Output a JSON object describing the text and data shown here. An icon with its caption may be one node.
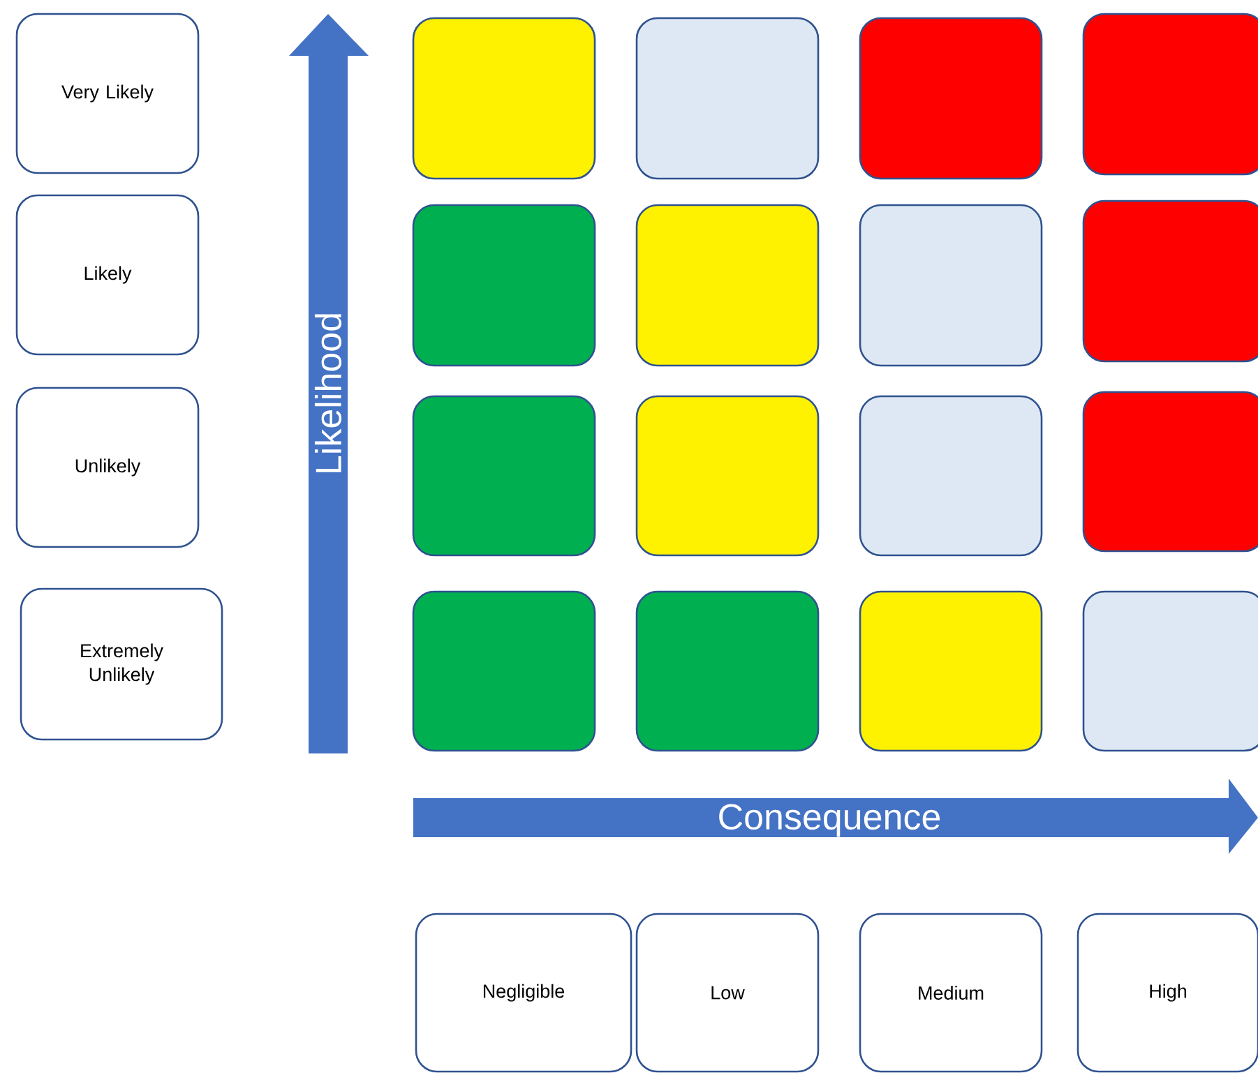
{
  "diagram": {
    "nodes": [
      {
        "text": [
          "Very Likely"
        ]
      },
      {
        "text": [
          "Likely"
        ]
      },
      {
        "text": [
          "Unlikely"
        ]
      },
      {
        "text": [
          "Extremely Unlikely"
        ]
      },
      {
        "text": [
          "Likelihood"
        ]
      },
      {
        "text": [],
        "shape": "box"
      },
      {
        "text": [],
        "shape": "box"
      },
      {
        "text": [],
        "shape": "box"
      },
      {
        "text": [],
        "shape": "box"
      },
      {
        "text": [],
        "shape": "box"
      },
      {
        "text": [],
        "shape": "box"
      },
      {
        "text": [],
        "shape": "box"
      },
      {
        "text": [],
        "shape": "box"
      },
      {
        "text": [],
        "shape": "box"
      },
      {
        "text": [],
        "shape": "box"
      },
      {
        "text": [],
        "shape": "box"
      },
      {
        "text": [],
        "shape": "box"
      },
      {
        "text": [],
        "shape": "box"
      },
      {
        "text": [],
        "shape": "box"
      },
      {
        "text": [],
        "shape": "box"
      },
      {
        "text": [],
        "shape": "box"
      },
      {
        "text": [
          "Consequence"
        ]
      },
      {
        "text": [
          "Negligible"
        ]
      },
      {
        "text": [
          "Low"
        ]
      },
      {
        "text": [
          "Medium"
        ]
      },
      {
        "text": [
          "High"
        ]
      }
    ]
  }
}
